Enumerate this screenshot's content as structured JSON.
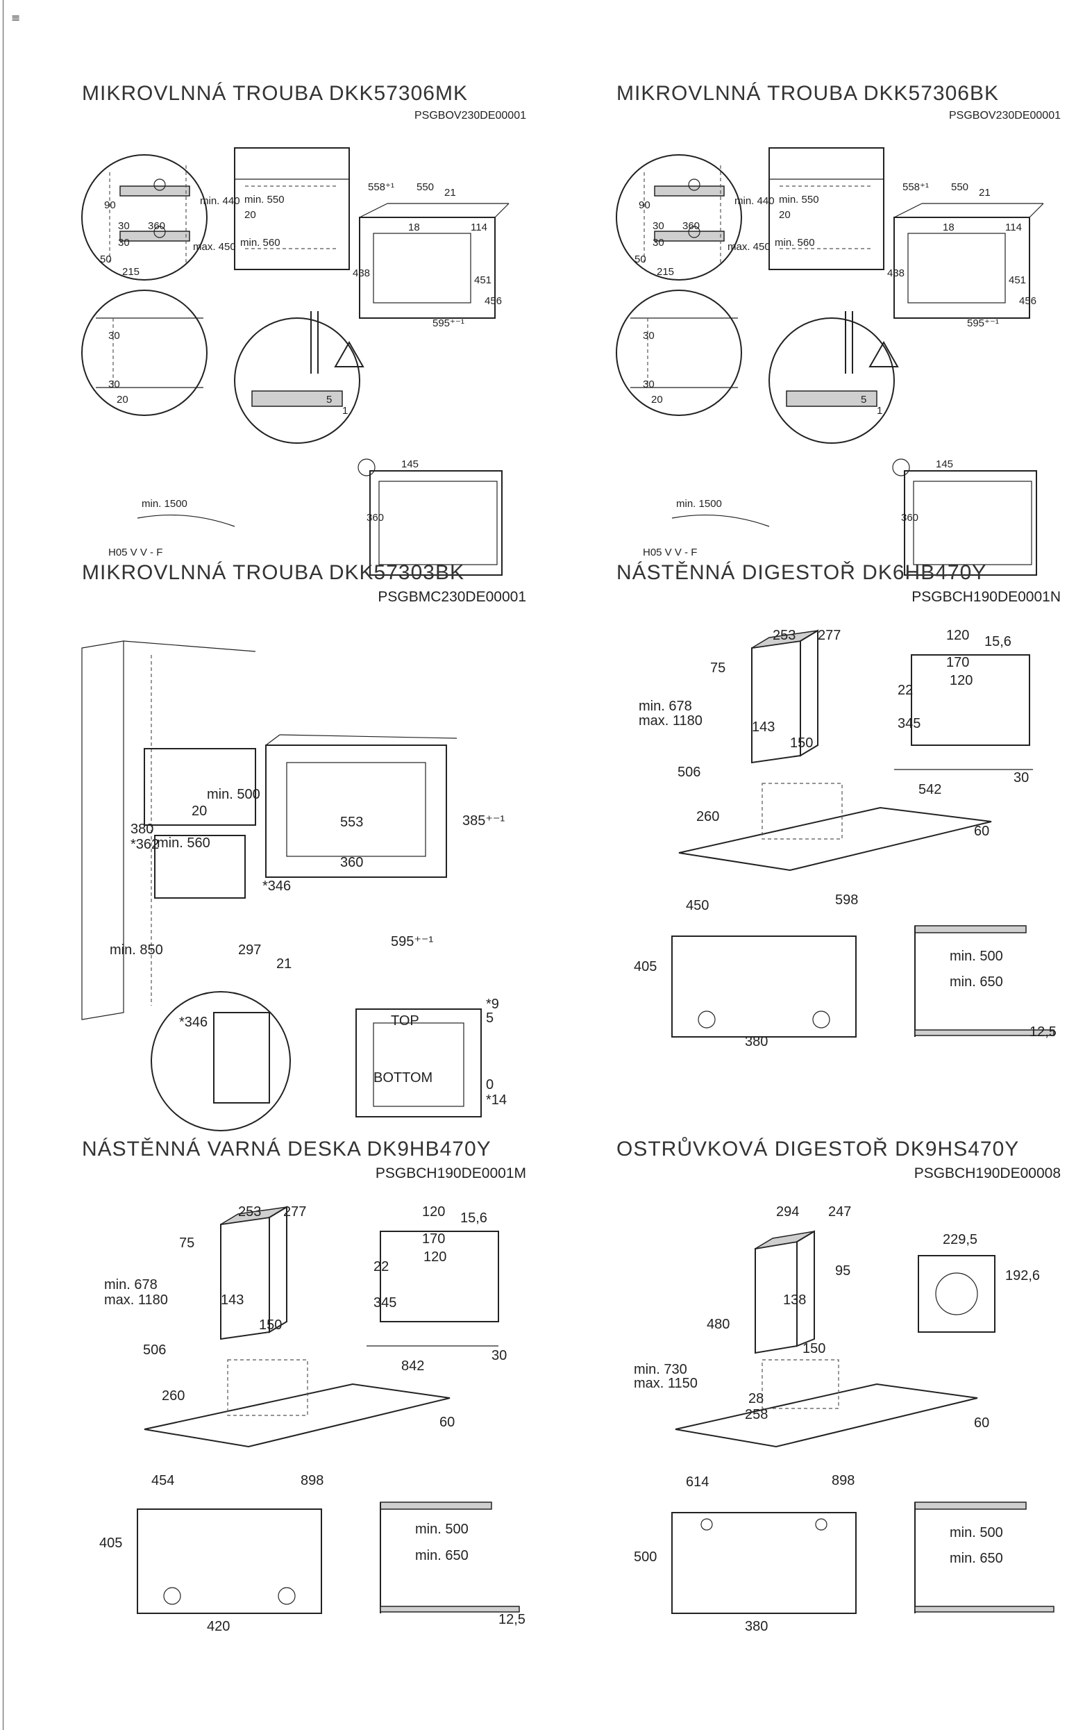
{
  "page": {
    "menu_glyph": "≡"
  },
  "p1": {
    "title": "MIKROVLNNÁ TROUBA DKK57306MK",
    "code": "PSGBOV230DE00001",
    "labels": [
      "90",
      "30",
      "360",
      "30",
      "50",
      "215",
      "min. 440",
      "min. 550",
      "20",
      "max. 450",
      "min. 560",
      "558⁺¹",
      "550",
      "21",
      "18",
      "114",
      "438",
      "451",
      "456",
      "595⁺⁻¹",
      "30",
      "30",
      "20",
      "5",
      "1",
      "145",
      "360",
      "min. 1500",
      "H05 V V - F"
    ]
  },
  "p2": {
    "title": "MIKROVLNNÁ TROUBA DKK57306BK",
    "code": "PSGBOV230DE00001",
    "labels": [
      "90",
      "30",
      "360",
      "30",
      "50",
      "215",
      "min. 440",
      "min. 550",
      "20",
      "max. 450",
      "min. 560",
      "558⁺¹",
      "550",
      "21",
      "18",
      "114",
      "438",
      "451",
      "456",
      "595⁺⁻¹",
      "30",
      "30",
      "20",
      "5",
      "1",
      "145",
      "360",
      "min. 1500",
      "H05 V V - F"
    ]
  },
  "p3": {
    "title": "MIKROVLNNÁ TROUBA DKK57303BK",
    "code": "PSGBMC230DE00001",
    "labels": [
      "min. 500",
      "20",
      "380",
      "*362",
      "min. 560",
      "min. 850",
      "553",
      "360",
      "*346",
      "385⁺⁻¹",
      "297",
      "21",
      "595⁺⁻¹",
      "*346",
      "*9",
      "5",
      "TOP",
      "BOTTOM",
      "0",
      "*14"
    ]
  },
  "p4": {
    "title": "NÁSTĚNNÁ DIGESTOŘ DK6HB470Y",
    "code": "PSGBCH190DE0001N",
    "labels": [
      "253",
      "277",
      "75",
      "143",
      "min. 678",
      "max. 1180",
      "506",
      "150",
      "260",
      "450",
      "598",
      "60",
      "120",
      "15,6",
      "170",
      "120",
      "22",
      "345",
      "30",
      "542",
      "405",
      "380",
      "12,5",
      "min. 500",
      "min. 650"
    ]
  },
  "p5": {
    "title": "NÁSTĚNNÁ VARNÁ DESKA DK9HB470Y",
    "code": "PSGBCH190DE0001M",
    "labels": [
      "253",
      "277",
      "75",
      "143",
      "min. 678",
      "max. 1180",
      "506",
      "150",
      "260",
      "454",
      "898",
      "60",
      "120",
      "15,6",
      "170",
      "120",
      "22",
      "345",
      "30",
      "842",
      "405",
      "420",
      "12,5",
      "min. 500",
      "min. 650"
    ]
  },
  "p6": {
    "title": "OSTRŮVKOVÁ DIGESTOŘ DK9HS470Y",
    "code": "PSGBCH190DE00008",
    "labels": [
      "294",
      "247",
      "95",
      "138",
      "480",
      "min. 730",
      "max. 1150",
      "150",
      "28",
      "258",
      "614",
      "898",
      "60",
      "229,5",
      "192,6",
      "500",
      "380",
      "min. 500",
      "min. 650"
    ]
  }
}
